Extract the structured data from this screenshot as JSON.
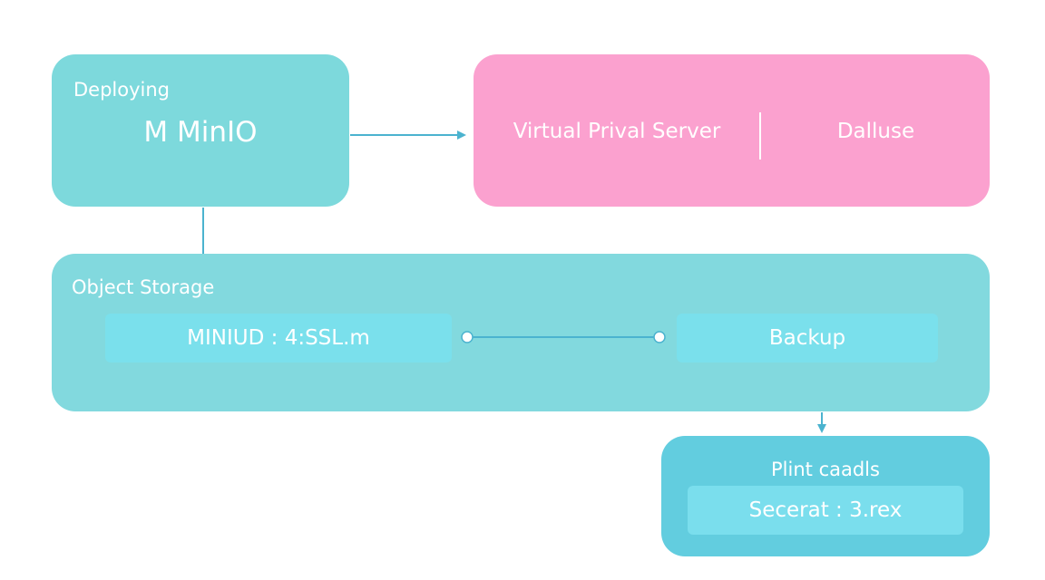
{
  "deploy": {
    "label": "Deploying",
    "title": "M MinIO"
  },
  "vps": {
    "left_label": "Virtual Prival Server",
    "right_label": "Dalluse"
  },
  "storage": {
    "label": "Object Storage",
    "item_left": "MINIUD : 4:SSL.m",
    "item_right": "Backup"
  },
  "plint": {
    "title": "Plint caadls",
    "item": "Secerat : 3.rex"
  },
  "colors": {
    "teal_box": "#7dd9dc",
    "pink_box": "#fba1cf",
    "storage_box": "#82d9de",
    "inner_box": "#7ae0ec",
    "plint_box": "#62cddf",
    "connector": "#4bb3cf"
  }
}
